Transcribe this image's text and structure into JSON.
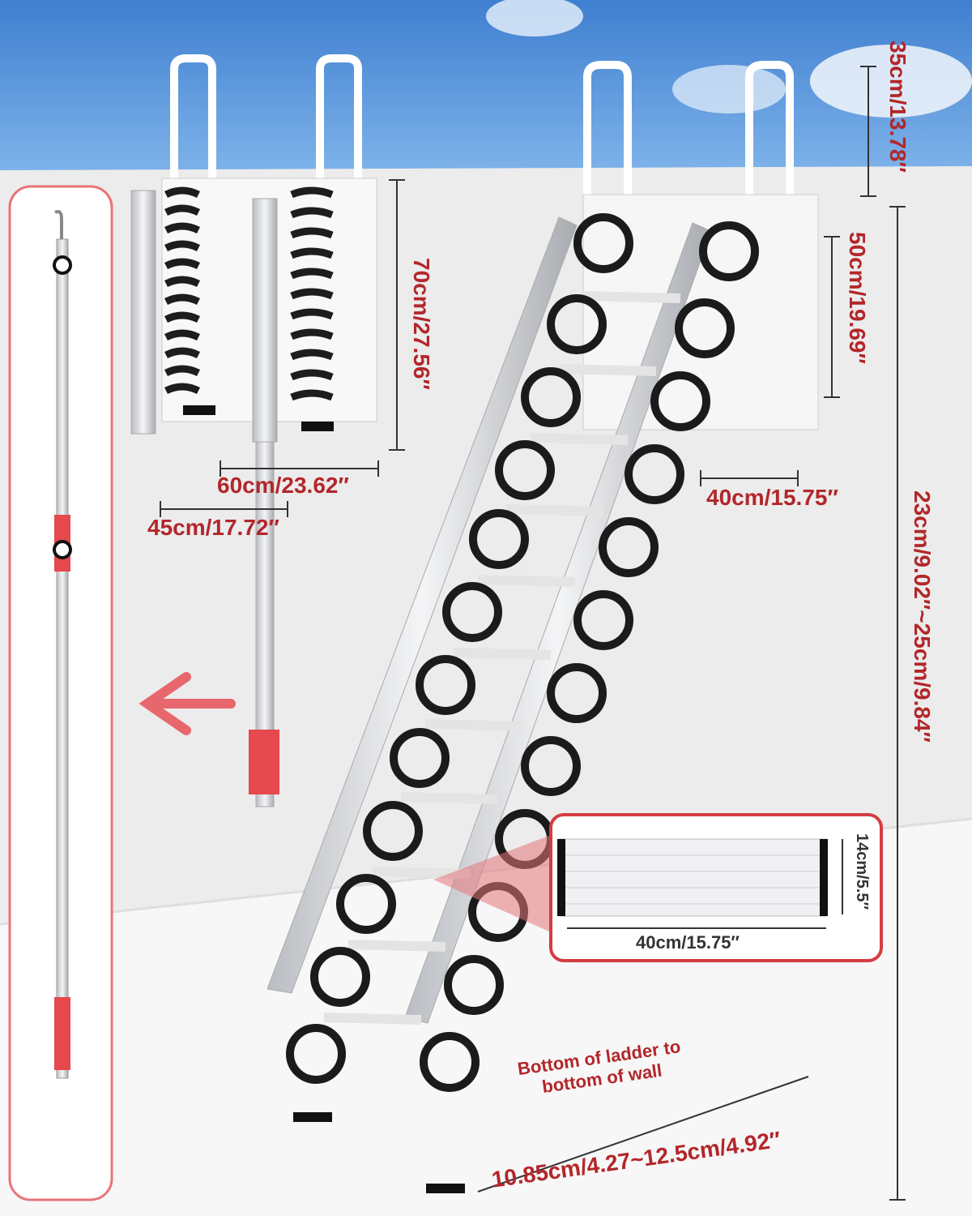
{
  "dimensions": {
    "top_handle_height": "35cm/13.78″",
    "folded_height": "70cm/27.56″",
    "folded_width_inner": "60cm/23.62″",
    "folded_width_outer": "45cm/17.72″",
    "mount_height": "50cm/19.69″",
    "mount_width": "40cm/15.75″",
    "step_spacing": "23cm/9.02″~25cm/9.84″",
    "step_depth": "14cm/5.5″",
    "step_width": "40cm/15.75″",
    "wall_gap": "10.85cm/4.27~12.5cm/4.92″"
  },
  "annotation": {
    "line1": "Bottom of ladder to",
    "line2": "bottom of wall"
  },
  "colors": {
    "accent_red": "#b3262a",
    "sky": "#4a8fd8",
    "wall": "#eeeeee"
  }
}
